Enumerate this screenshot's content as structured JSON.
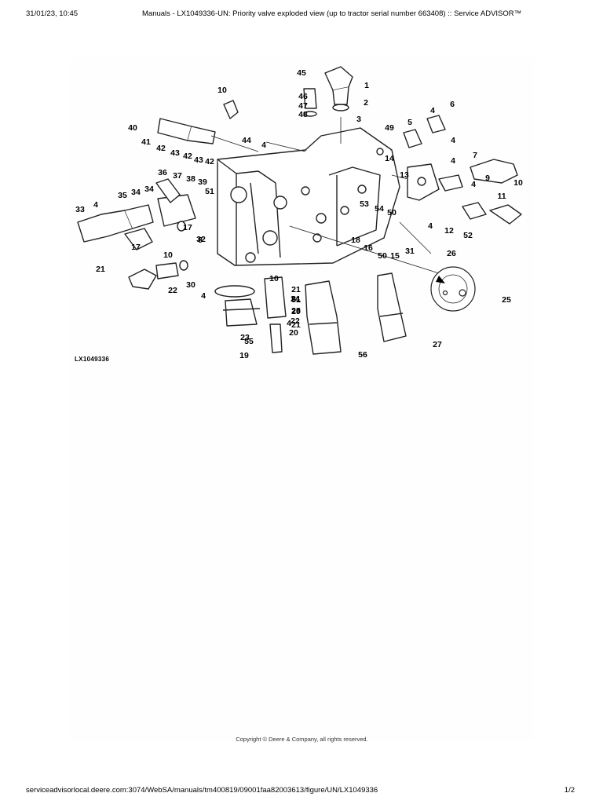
{
  "header": {
    "date": "31/01/23, 10:45",
    "title": "Manuals - LX1049336-UN: Priority valve exploded view (up to tractor serial number 663408) :: Service ADVISOR™"
  },
  "figure": {
    "id": "LX1049336",
    "copyright": "Copyright © Deere & Company, all rights reserved.",
    "callouts": [
      "45",
      "1",
      "46",
      "47",
      "2",
      "48",
      "10",
      "3",
      "6",
      "5",
      "4",
      "40",
      "44",
      "4",
      "49",
      "4",
      "41",
      "42",
      "43",
      "43",
      "42",
      "7",
      "4",
      "14",
      "42",
      "13",
      "9",
      "36",
      "37",
      "38",
      "39",
      "4",
      "10",
      "51",
      "11",
      "34",
      "35",
      "34",
      "33",
      "4",
      "12",
      "52",
      "53",
      "54",
      "50",
      "8",
      "4",
      "17",
      "18",
      "16",
      "15",
      "31",
      "10",
      "17",
      "50",
      "32",
      "26",
      "21",
      "10",
      "21",
      "25",
      "51",
      "22",
      "30",
      "4",
      "24",
      "29",
      "21",
      "28",
      "22",
      "21",
      "23",
      "4",
      "20",
      "55",
      "27",
      "19",
      "56"
    ]
  },
  "footer": {
    "url": "serviceadvisorlocal.deere.com:3074/WebSA/manuals/tm400819/09001faa82003613/figure/UN/LX1049336",
    "page": "1/2"
  }
}
